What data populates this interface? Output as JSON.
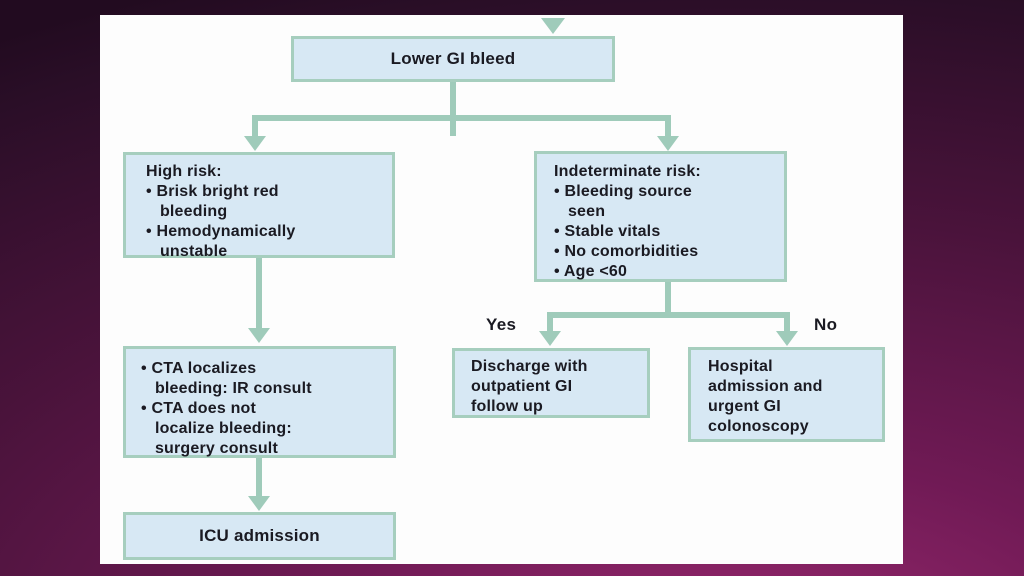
{
  "slide": {
    "type": "presentation-slide",
    "background_color_top": "#2a0e27",
    "background_color_bottom": "#9c2a71",
    "panel_color": "#fdfdfd"
  },
  "flowchart": {
    "colors": {
      "box_fill": "#d7e8f4",
      "box_border": "#a6cebe",
      "arrow_color": "#9fcbba",
      "text_color": "#1a1a22"
    },
    "nodes": {
      "lower_gi": {
        "label": "Lower GI bleed"
      },
      "high_risk": {
        "label": "High risk:\n• Brisk bright red\n   bleeding\n• Hemodynamically\n   unstable"
      },
      "indeterminate_risk": {
        "label": "Indeterminate risk:\n• Bleeding source\n   seen\n• Stable vitals\n• No comorbidities\n• Age <60"
      },
      "cta": {
        "label": "• CTA localizes\n   bleeding: IR consult\n• CTA does not\n   localize bleeding:\n   surgery consult"
      },
      "icu": {
        "label": "ICU admission"
      },
      "discharge": {
        "label": "Discharge with\noutpatient GI\nfollow up"
      },
      "hospital": {
        "label": "Hospital\nadmission and\nurgent GI\ncolonoscopy"
      }
    },
    "branch_labels": {
      "yes": "Yes",
      "no": "No"
    },
    "connector_icons": [
      "arrow-down-icon"
    ]
  }
}
